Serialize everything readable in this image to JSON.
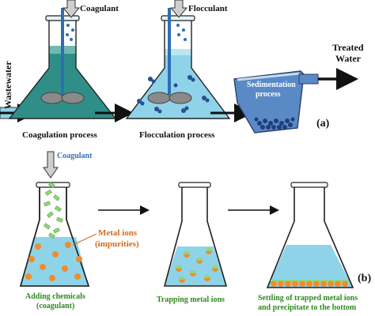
{
  "top": {
    "coagulant_label": "Coagulant",
    "flocculant_label": "Flocculant",
    "wastewater_label": "Wastewater",
    "treated_label": "Treated",
    "water_label": "Water",
    "coagulation_caption": "Coagulation process",
    "flocculation_caption": "Flocculation process",
    "sedimentation_label": "Sedimentation",
    "process_label": "process",
    "panel_tag": "(a)"
  },
  "bottom": {
    "coagulant_label": "Coagulant",
    "metal_ions_label": "Metal ions",
    "impurities_label": "(impurities)",
    "step1_line1": "Adding chemicals",
    "step1_line2": "(coagulant)",
    "step2": "Trapping metal ions",
    "step3_line1": "Settling of trapped metal ions",
    "step3_line2": "and precipitate to the bottom",
    "panel_tag": "(b)"
  },
  "colors": {
    "water": "#8fd3e8",
    "sludge": "#1e3f7a",
    "metal_ion": "#f08c2a",
    "flake": "#8fd67a",
    "sed_tank": "#5a8ac6"
  }
}
